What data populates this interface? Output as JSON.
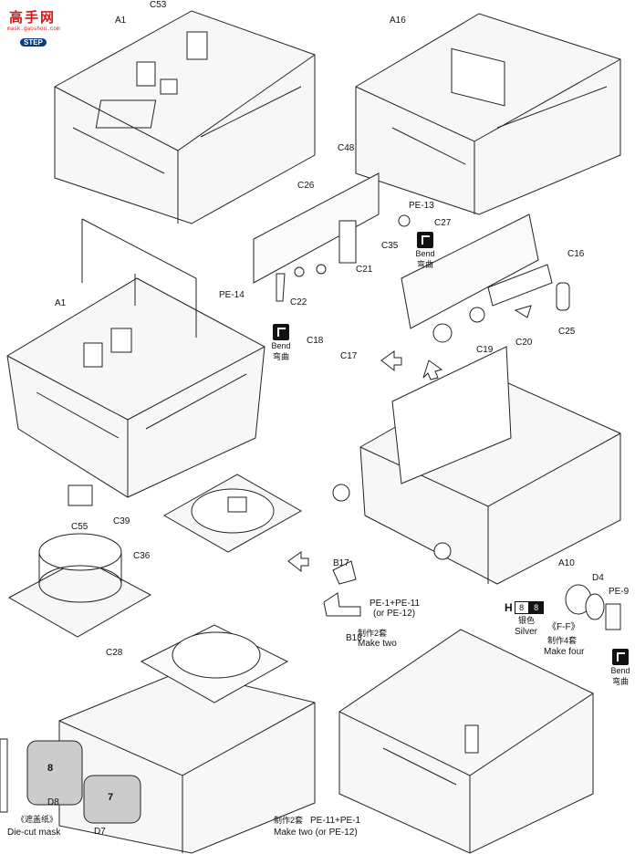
{
  "logo": {
    "chinese": "高手网",
    "url": "mask.gaoshou.com",
    "step": "STEP"
  },
  "labels": {
    "c53": "C53",
    "a1_top": "A1",
    "a16": "A16",
    "c48": "C48",
    "c26": "C26",
    "pe13": "PE-13",
    "c27": "C27",
    "c35": "C35",
    "c21": "C21",
    "pe14": "PE-14",
    "c22": "C22",
    "c16": "C16",
    "c19": "C19",
    "c20": "C20",
    "c25": "C25",
    "a1_mid": "A1",
    "c18": "C18",
    "c17": "C17",
    "c55": "C55",
    "c39": "C39",
    "c36": "C36",
    "b17": "B17",
    "b18": "B18",
    "a10": "A10",
    "d4": "D4",
    "pe9": "PE-9",
    "c28": "C28",
    "d8": "D8",
    "d7": "D7",
    "pe_combo": "PE-1+PE-11",
    "pe_combo_alt": "(or PE-12)",
    "pe_note_bottom": "PE-11+PE-1",
    "pe_note_bottom_alt": "Make two (or PE-12)"
  },
  "bend": {
    "en": "Bend",
    "cn": "弯曲"
  },
  "make_two_cn": "制作2套",
  "make_two_en": "Make two",
  "make_four_cn": "制作4套",
  "make_four_en": "Make four",
  "ff_label": "《F-F》",
  "paint": {
    "code": "H",
    "num1": "8",
    "num2": "8",
    "cn": "银色",
    "en": "Silver"
  },
  "mask_label": {
    "cn": "《遮盖纸》",
    "en": "Die-cut mask",
    "m8": "8",
    "m7": "7"
  }
}
